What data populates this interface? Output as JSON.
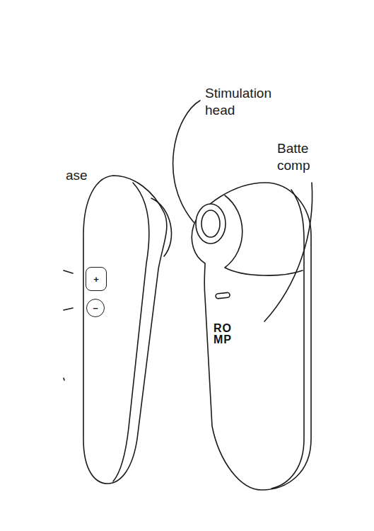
{
  "diagram": {
    "nodes": [
      {
        "text": [
          "+"
        ]
      },
      {
        "text": [
          "−"
        ]
      }
    ],
    "labels": [
      "ase",
      "Stimulation head",
      "Batte comp",
      "RO MP"
    ]
  }
}
